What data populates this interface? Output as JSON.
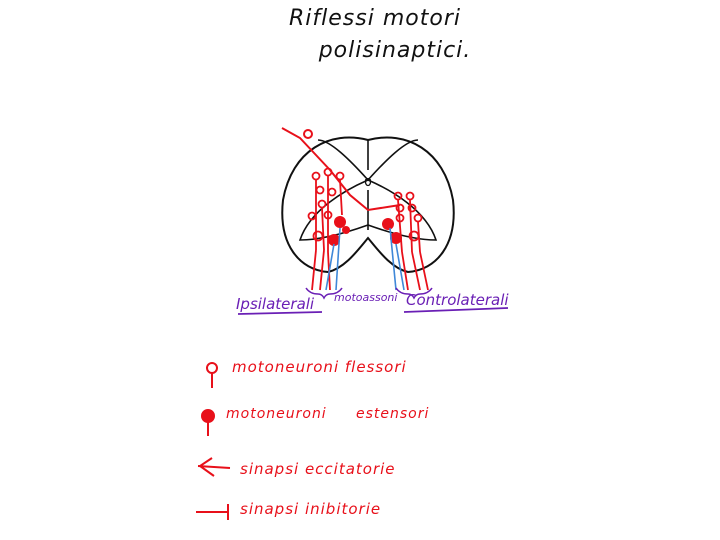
{
  "title": {
    "line1": "Riflessi motori",
    "line2": "polisinaptici."
  },
  "labels": {
    "ipsilateral": "Ipsilaterali",
    "motor_axons": "motoassoni",
    "contralateral": "Controlaterali"
  },
  "legend": {
    "flexor": "motoneuroni flessori",
    "extensor_a": "motoneuroni",
    "extensor_b": "estensori",
    "excitatory": "sinapsi eccitatorie",
    "inhibitory": "sinapsi inibitorie"
  },
  "colors": {
    "red": "#e8101a",
    "blue": "#3f88d8",
    "purple": "#6a1fb5",
    "black": "#111111"
  }
}
